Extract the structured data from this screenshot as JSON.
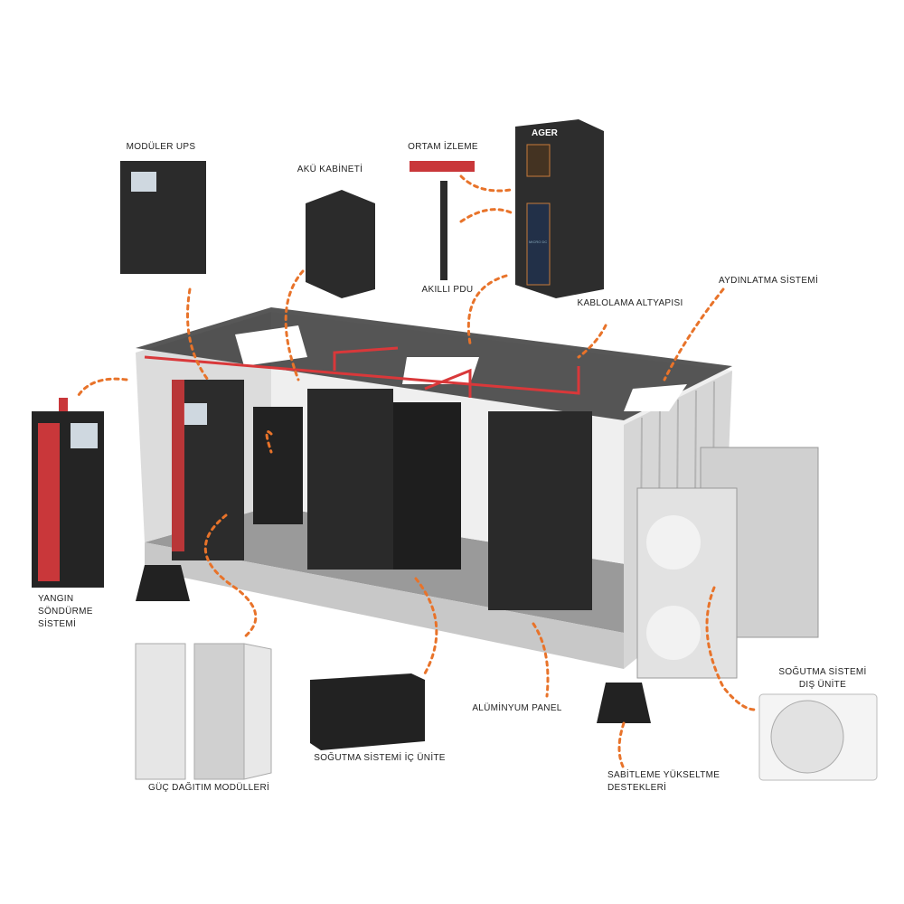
{
  "labels": {
    "ups": "MODÜLER UPS",
    "battery": "AKÜ KABİNETİ",
    "monitoring": "ORTAM İZLEME",
    "pdu": "AKILLI PDU",
    "cabling": "KABLOLAMA ALTYAPISI",
    "lighting": "AYDINLATMA SİSTEMİ",
    "fire": [
      "YANGIN",
      "SÖNDÜRME",
      "SİSTEMİ"
    ],
    "panel": "ALÜMİNYUM PANEL",
    "indoor_cooling": "SOĞUTMA SİSTEMİ İÇ ÜNİTE",
    "power_dist": "GÜÇ DAĞITIM MODÜLLERİ",
    "supports": [
      "SABİTLEME YÜKSELTME",
      "DESTEKLERİ"
    ],
    "outdoor_cooling": [
      "SOĞUTMA SİSTEMİ",
      "DIŞ ÜNİTE"
    ]
  },
  "rack_brand": "AGER",
  "rack_model": "MICRO DC",
  "colors": {
    "accent": "#e8732a",
    "dark": "#2a2a2a",
    "pipe": "#d9383a"
  }
}
